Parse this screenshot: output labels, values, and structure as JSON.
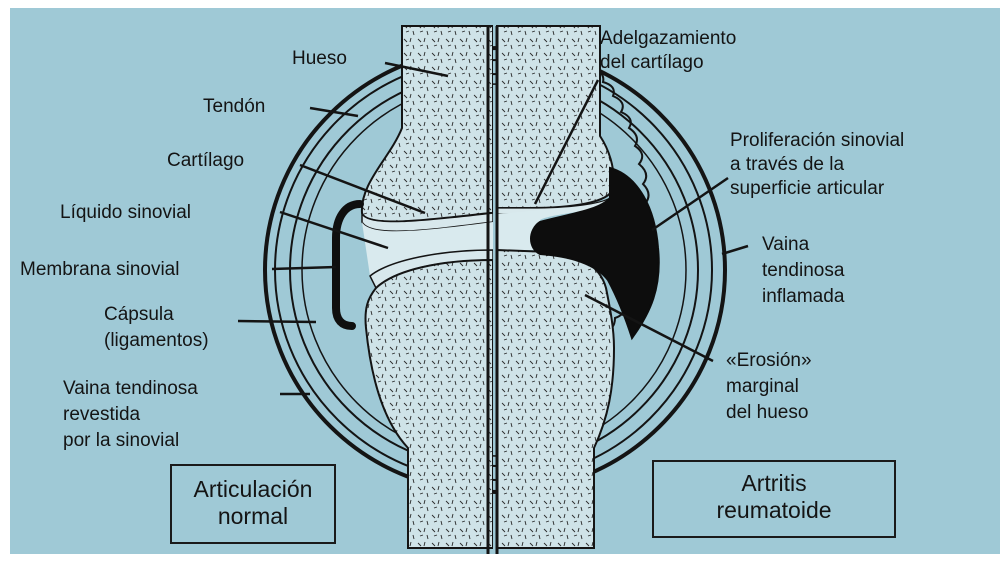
{
  "colors": {
    "background": "#9fc9d6",
    "ink": "#141414",
    "bone_fill": "#cfe3e8"
  },
  "labels_left": {
    "hueso": "Hueso",
    "tendon": "Tendón",
    "cartilago": "Cartílago",
    "liquido": "Líquido sinovial",
    "membrana": "Membrana sinovial",
    "capsula": "Cápsula",
    "ligamentos": "(ligamentos)",
    "vaina_1": "Vaina tendinosa",
    "vaina_2": "revestida",
    "vaina_3": "por la sinovial"
  },
  "labels_right": {
    "adelgazamiento_1": "Adelgazamiento",
    "adelgazamiento_2": "del cartílago",
    "proliferacion_1": "Proliferación sinovial",
    "proliferacion_2": "a través de la",
    "proliferacion_3": "superficie articular",
    "vaina_inflamada_1": "Vaina",
    "vaina_inflamada_2": "tendinosa",
    "vaina_inflamada_3": "inflamada",
    "erosion_1": "«Erosión»",
    "erosion_2": "marginal",
    "erosion_3": "del hueso"
  },
  "panels": {
    "normal_1": "Articulación",
    "normal_2": "normal",
    "artritis_1": "Artritis",
    "artritis_2": "reumatoide"
  }
}
